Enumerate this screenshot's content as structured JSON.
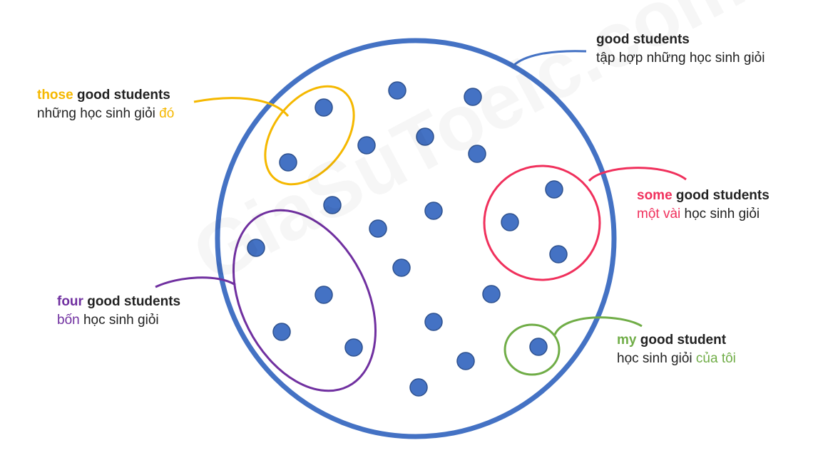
{
  "colors": {
    "set_outline": "#4472C4",
    "dot_fill": "#4472C4",
    "dot_stroke": "#2F528F",
    "those": "#F5B800",
    "some": "#F0305C",
    "four": "#7030A0",
    "my": "#70AD47",
    "text": "#222222"
  },
  "watermark": "GiaSuToeic.com",
  "labels": {
    "all": {
      "line1_main": "good students",
      "line2_main": "tập hợp những học sinh giỏi"
    },
    "those": {
      "line1_accent": "those",
      "line1_rest": " good students",
      "line2_pre": "những học sinh giỏi ",
      "line2_accent": "đó"
    },
    "some": {
      "line1_accent": "some",
      "line1_rest": " good students",
      "line2_accent": "một vài",
      "line2_rest": " học sinh giỏi"
    },
    "four": {
      "line1_accent": "four",
      "line1_rest": " good students",
      "line2_accent": "bốn",
      "line2_rest": " học sinh giỏi"
    },
    "my": {
      "line1_accent": "my",
      "line1_rest": " good student",
      "line2_pre": "học sinh giỏi ",
      "line2_accent": "của tôi"
    }
  }
}
